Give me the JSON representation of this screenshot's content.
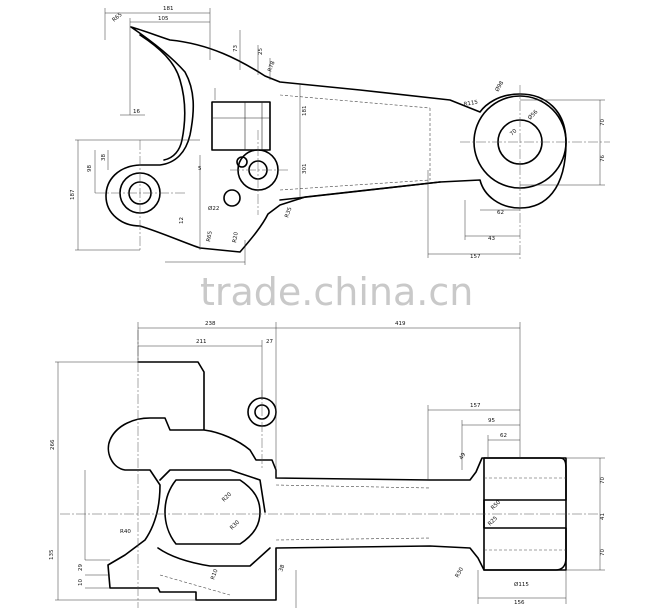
{
  "watermark": "trade.china.cn",
  "top_view": {
    "dims": {
      "d181": "181",
      "d105": "105",
      "r65": "R65",
      "d73": "73",
      "d25": "25",
      "r78": "R78",
      "r98": "Ø98",
      "r115": "R115",
      "r56": "Ø56",
      "d70": "70",
      "d76": "76",
      "d181v": "181",
      "d301": "301",
      "d62": "62",
      "d43": "43",
      "d157": "157",
      "d187": "187",
      "d98": "98",
      "d38": "38",
      "d16": "16",
      "d5": "5",
      "r22": "Ø22",
      "r65b": "R65",
      "r20": "R20",
      "r35": "R35",
      "d12": "12"
    }
  },
  "bottom_view": {
    "dims": {
      "d238": "238",
      "d419": "419",
      "d211": "211",
      "d27": "27",
      "d266": "266",
      "d157": "157",
      "d95": "95",
      "d62": "62",
      "d70": "70",
      "d70b": "70",
      "d41": "41",
      "d135": "135",
      "d29": "29",
      "d10": "10",
      "r20": "R20",
      "r40": "R40",
      "r30": "R30",
      "r10": "R10",
      "r115": "Ø115",
      "d156": "156",
      "d49": "49",
      "r50": "R50",
      "r25": "R25",
      "d38": "38",
      "r30b": "R30"
    }
  }
}
